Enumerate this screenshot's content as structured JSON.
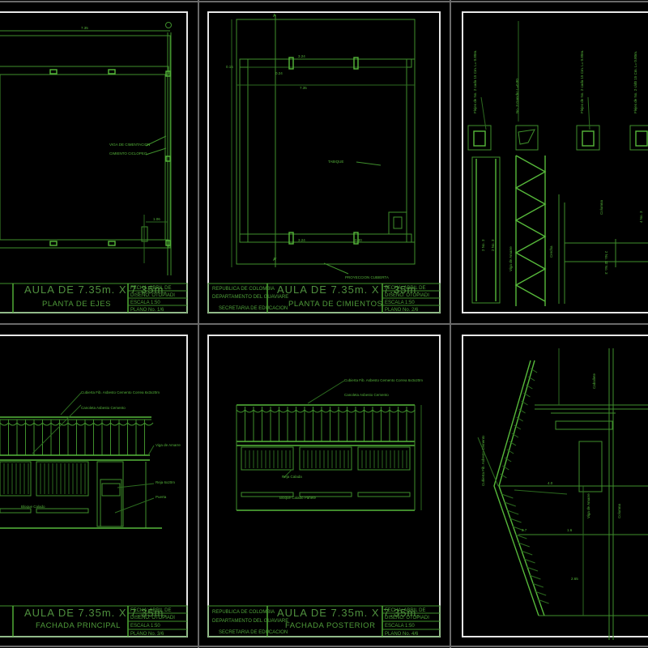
{
  "drawing": {
    "project_title": "AULA DE 7.35m. X 7.35m.",
    "colors": {
      "background": "#000000",
      "lines": "#3f8f2c",
      "text": "#55b33a",
      "frame": "#e6e6e6"
    },
    "title_block": {
      "org_line1": "REPUBLICA DE COLOMBIA",
      "org_line2": "DEPARTAMENTO DEL GUAVIARE",
      "org_line3": "SECRETARIA DE EDUCACION",
      "date": "FECHA: ABRIL DE",
      "designer": "DISEÑO: OTOPIADI"
    },
    "sheets": [
      {
        "title": "PLANTA DE EJES",
        "scale": "ESCALA 1:50",
        "plan_no": "PLANO No. 1/6",
        "labels": {
          "dim_top": "7.35",
          "beam": "VIGA DE CIMENTACION",
          "footing": "CIMIENTO CICLOPEO",
          "dim_door": "1.06"
        }
      },
      {
        "title": "PLANTA DE CIMIENTOS",
        "scale": "ESCALA 1:50",
        "plan_no": "PLANO No. 2/6",
        "labels": {
          "cut_top": "A",
          "cut_bottom": "A'",
          "dim_a": "3.24",
          "dim_b": "0.24",
          "dim_c": "7.35",
          "dim_d": "0.15",
          "dim_e": "0.40",
          "partition": "TABIQUE",
          "roof_projection": "PROYECCION CUBIERTA"
        }
      },
      {
        "title": "",
        "labels": {
          "stirrup1": "Flejes de No. 2 cada 15 Cm. L= 0.80m.",
          "hook": "No. 3 Gancho L=0.80",
          "stirrup2": "Flejes de No. 2 cada 15 Cm. L= 0.80m.",
          "stirrup3": "Flejes de No. 2 c/d0 15 Cm. L= 0.80m.",
          "tie_beam": "Viga de Amarre",
          "bars1": "2 No. 3",
          "bars2": "2 No. 3",
          "truss": "Cercha",
          "column": "Columna",
          "bars_col1": "4 No. 3",
          "bars_col2": "2 No. 3",
          "bars_col3": "2 No. 3"
        }
      },
      {
        "title": "FACHADA PRINCIPAL",
        "scale": "ESCALA 1:50",
        "plan_no": "PLANO No. 3/6",
        "labels": {
          "roof": "Cubierta Fib. Asbesto Cemento Correa 6x3x20m",
          "gutter": "Canoleta Asbesto Cemento",
          "tie_beam": "Viga de Amarre",
          "window": "Reja 6x20m",
          "door": "Puerta",
          "block": "Bloque Calado"
        }
      },
      {
        "title": "FACHADA POSTERIOR",
        "scale": "ESCALA 1:50",
        "plan_no": "PLANO No. 4/6",
        "labels": {
          "roof": "Cubierta Fib. Asbesto Cemento Correa 6x3x20m",
          "gutter": "Canoleta Asbesto Cemento",
          "window": "Reja Calada",
          "block": "Bloque Calado Pañete"
        }
      },
      {
        "title": "",
        "labels": {
          "roof": "Cubierta Fib. Asbesto Cemento",
          "ridge": "Caballete",
          "beam": "Viga de Amarre",
          "column": "Columna",
          "dim": "4.0",
          "dim2": "2.7",
          "dim3": "1.6",
          "dim4": "2.65"
        }
      }
    ]
  }
}
